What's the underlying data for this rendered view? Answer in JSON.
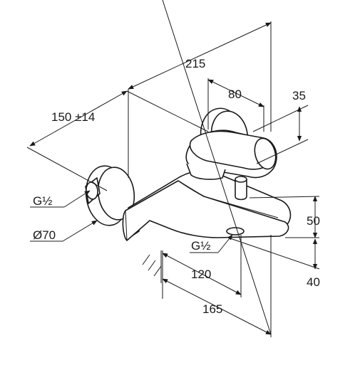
{
  "dimensions": {
    "overall_height": "215",
    "handle_width": "80",
    "handle_height": "35",
    "center_distance": "150 ±14",
    "inlet_thread": "G½",
    "rosette_diameter": "Ø70",
    "outlet_thread": "G½",
    "outlet_offset": "120",
    "projection": "165",
    "body_height": "50",
    "spout_height": "40"
  },
  "colors": {
    "line": "#1a1a1a",
    "background": "#ffffff"
  }
}
